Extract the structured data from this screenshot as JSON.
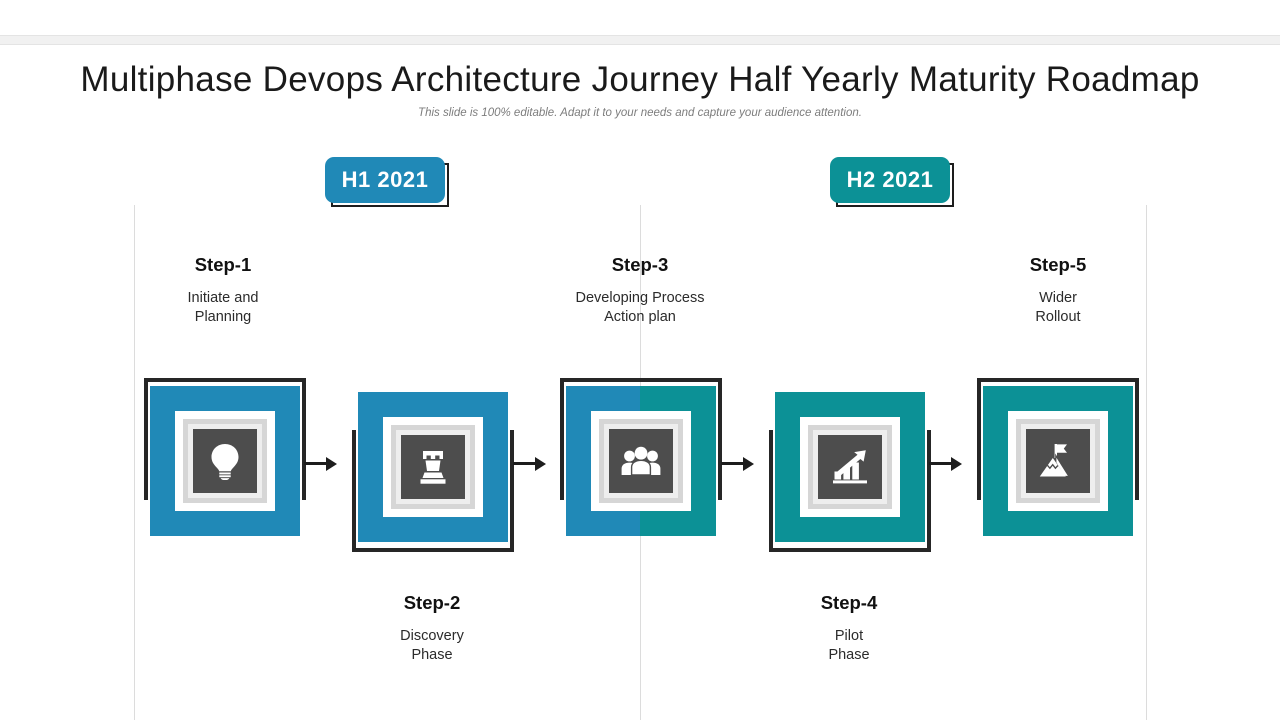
{
  "slide": {
    "title": "Multiphase Devops Architecture Journey Half Yearly Maturity Roadmap",
    "subtitle": "This slide is 100% editable. Adapt it to your needs and capture your audience attention."
  },
  "colors": {
    "blue": "#2089B7",
    "teal": "#0C9196",
    "icon_background": "#4D4D4D",
    "frame": "#262626",
    "divider": "#DCDCDC"
  },
  "periods": [
    {
      "label": "H1 2021",
      "accent": "blue"
    },
    {
      "label": "H2 2021",
      "accent": "teal"
    }
  ],
  "steps": [
    {
      "title": "Step-1",
      "description": "Initiate and\nPlanning",
      "icon": "lightbulb-icon",
      "accent": "blue",
      "position": "above"
    },
    {
      "title": "Step-2",
      "description": "Discovery\nPhase",
      "icon": "chess-rook-icon",
      "accent": "blue",
      "position": "below"
    },
    {
      "title": "Step-3",
      "description": "Developing Process\nAction plan",
      "icon": "people-group-icon",
      "accent": "split",
      "position": "above"
    },
    {
      "title": "Step-4",
      "description": "Pilot\nPhase",
      "icon": "growth-chart-icon",
      "accent": "teal",
      "position": "below"
    },
    {
      "title": "Step-5",
      "description": "Wider\nRollout",
      "icon": "mountain-flag-icon",
      "accent": "teal",
      "position": "above"
    }
  ]
}
